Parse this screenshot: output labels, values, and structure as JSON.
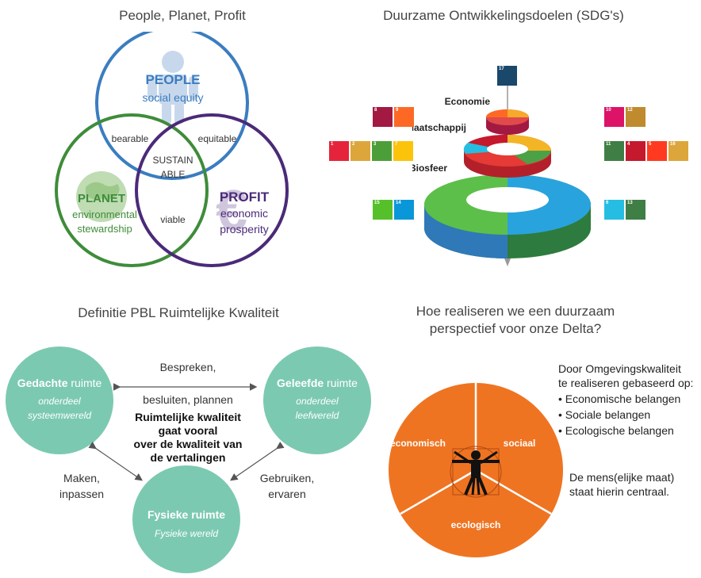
{
  "quadrant1": {
    "title": "People, Planet, Profit",
    "people": {
      "heading": "PEOPLE",
      "sub": "social equity"
    },
    "planet": {
      "heading": "PLANET",
      "sub1": "environmental",
      "sub2": "stewardship"
    },
    "profit": {
      "heading": "PROFIT",
      "sub1": "economic",
      "sub2": "prosperity"
    },
    "overlaps": {
      "bearable": "bearable",
      "equitable": "equitable",
      "viable": "viable",
      "center1": "SUSTAIN",
      "center2": "ABLE"
    },
    "colors": {
      "people": "#3b7dc0",
      "planet": "#3f8c3a",
      "profit": "#4a2a78"
    }
  },
  "quadrant2": {
    "title": "Duurzame Ontwikkelingsdoelen (SDG's)",
    "layers": {
      "economie": "Economie",
      "maatschappij": "Maatschappij",
      "biosfeer": "Biosfeer"
    },
    "tiles": {
      "top": [
        {
          "n": "17",
          "c": "#19486a"
        }
      ],
      "economie_left": [
        {
          "n": "8",
          "c": "#a21942"
        },
        {
          "n": "9",
          "c": "#fd6925"
        }
      ],
      "economie_right": [
        {
          "n": "10",
          "c": "#dd1367"
        },
        {
          "n": "12",
          "c": "#bf8b2e"
        }
      ],
      "maatschappij_left": [
        {
          "n": "1",
          "c": "#e5243b"
        },
        {
          "n": "2",
          "c": "#dda63a"
        },
        {
          "n": "3",
          "c": "#4c9f38"
        },
        {
          "n": "7",
          "c": "#fcc30b"
        }
      ],
      "maatschappij_right": [
        {
          "n": "11",
          "c": "#3f7e44"
        },
        {
          "n": "4",
          "c": "#c5192d"
        },
        {
          "n": "5",
          "c": "#ff3a21"
        },
        {
          "n": "16",
          "c": "#dda63a"
        }
      ],
      "biosfeer_left": [
        {
          "n": "15",
          "c": "#56c02b"
        },
        {
          "n": "14",
          "c": "#0a97d9"
        }
      ],
      "biosfeer_right": [
        {
          "n": "6",
          "c": "#26bde2"
        },
        {
          "n": "13",
          "c": "#3f7e44"
        }
      ]
    }
  },
  "quadrant3": {
    "title": "Definitie PBL Ruimtelijke Kwaliteit",
    "gedachte": {
      "bold": "Gedachte",
      "rest": " ruimte",
      "sub1": "onderdeel",
      "sub2": "systeemwereld"
    },
    "geleefde": {
      "bold": "Geleefde",
      "rest": " ruimte",
      "sub1": "onderdeel",
      "sub2": "leefwereld"
    },
    "fysieke": {
      "title": "Fysieke ruimte",
      "sub": "Fysieke wereld"
    },
    "top_label1": "Bespreken,",
    "top_label2": "besluiten, plannen",
    "center1": "Ruimtelijke kwaliteit",
    "center2": "gaat vooral",
    "center3": "over de kwaliteit van",
    "center4": "de vertalingen",
    "left_label1": "Maken,",
    "left_label2": "inpassen",
    "right_label1": "Gebruiken,",
    "right_label2": "ervaren",
    "circle_color": "#7cc9b1"
  },
  "quadrant4": {
    "title1": "Hoe realiseren we een duurzaam",
    "title2": "perspectief voor onze Delta?",
    "intro1": "Door Omgevingskwaliteit",
    "intro2": "te realiseren gebaseerd op:",
    "bullets": [
      "• Economische belangen",
      "• Sociale belangen",
      "• Ecologische belangen"
    ],
    "note1": "De mens(elijke maat)",
    "note2": "staat hierin centraal.",
    "segments": {
      "economisch": "economisch",
      "sociaal": "sociaal",
      "ecologisch": "ecologisch"
    },
    "circle_color": "#ef7422"
  }
}
